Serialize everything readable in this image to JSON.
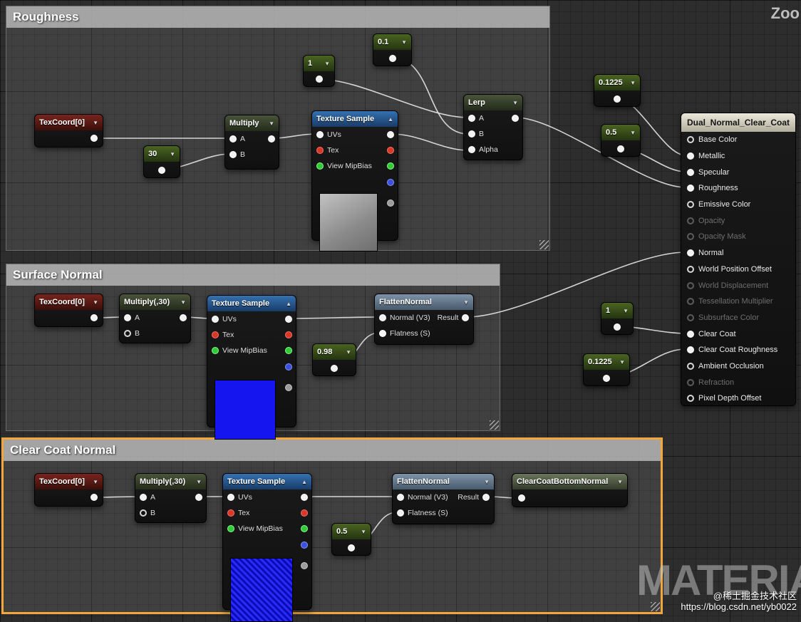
{
  "hud": {
    "zoom": "Zoo"
  },
  "watermark": {
    "big": "MATERIAL",
    "credit": "@稀土掘金技术社区",
    "url": "https://blog.csdn.net/yb0022"
  },
  "colors": {
    "selection_orange": "#f2a63b",
    "texture_sample_header": "#3571b0",
    "constant_header": "#4a6421",
    "texcoord_header": "#78241c",
    "material_header": "#ece8da",
    "pin_red": "#d6382a",
    "pin_green": "#33c93a",
    "pin_blue": "#3b50dc"
  },
  "comments": {
    "roughness": {
      "title": "Roughness"
    },
    "surface_normal": {
      "title": "Surface Normal"
    },
    "clear_coat_normal": {
      "title": "Clear Coat Normal"
    }
  },
  "roughness": {
    "texcoord": {
      "title": "TexCoord[0]"
    },
    "const30": {
      "value": "30"
    },
    "multiply": {
      "title": "Multiply",
      "in_a": "A",
      "in_b": "B"
    },
    "const1": {
      "value": "1"
    },
    "const01": {
      "value": "0.1"
    },
    "texture_sample": {
      "title": "Texture Sample",
      "in_uvs": "UVs",
      "in_tex": "Tex",
      "in_mip": "View MipBias"
    },
    "lerp": {
      "title": "Lerp",
      "in_a": "A",
      "in_b": "B",
      "in_alpha": "Alpha"
    },
    "const01225": {
      "value": "0.1225"
    },
    "const05": {
      "value": "0.5"
    }
  },
  "surface_normal": {
    "texcoord": {
      "title": "TexCoord[0]"
    },
    "multiply30": {
      "title": "Multiply(,30)",
      "in_a": "A",
      "in_b": "B"
    },
    "texture_sample": {
      "title": "Texture Sample",
      "in_uvs": "UVs",
      "in_tex": "Tex",
      "in_mip": "View MipBias"
    },
    "const098": {
      "value": "0.98"
    },
    "flatten": {
      "title": "FlattenNormal",
      "in_normal": "Normal (V3)",
      "out_result": "Result",
      "in_flatness": "Flatness (S)"
    },
    "const1": {
      "value": "1"
    },
    "const01225": {
      "value": "0.1225"
    }
  },
  "clear_coat": {
    "texcoord": {
      "title": "TexCoord[0]"
    },
    "multiply30": {
      "title": "Multiply(,30)",
      "in_a": "A",
      "in_b": "B"
    },
    "texture_sample": {
      "title": "Texture Sample",
      "in_uvs": "UVs",
      "in_tex": "Tex",
      "in_mip": "View MipBias"
    },
    "const05": {
      "value": "0.5"
    },
    "flatten": {
      "title": "FlattenNormal",
      "in_normal": "Normal (V3)",
      "out_result": "Result",
      "in_flatness": "Flatness (S)"
    },
    "bottom_normal": {
      "title": "ClearCoatBottomNormal"
    }
  },
  "material": {
    "title": "Dual_Normal_Clear_Coat",
    "pins": [
      {
        "label": "Base Color"
      },
      {
        "label": "Metallic"
      },
      {
        "label": "Specular"
      },
      {
        "label": "Roughness"
      },
      {
        "label": "Emissive Color"
      },
      {
        "label": "Opacity"
      },
      {
        "label": "Opacity Mask"
      },
      {
        "label": "Normal"
      },
      {
        "label": "World Position Offset"
      },
      {
        "label": "World Displacement"
      },
      {
        "label": "Tessellation Multiplier"
      },
      {
        "label": "Subsurface Color"
      },
      {
        "label": "Clear Coat"
      },
      {
        "label": "Clear Coat Roughness"
      },
      {
        "label": "Ambient Occlusion"
      },
      {
        "label": "Refraction"
      },
      {
        "label": "Pixel Depth Offset"
      }
    ]
  }
}
